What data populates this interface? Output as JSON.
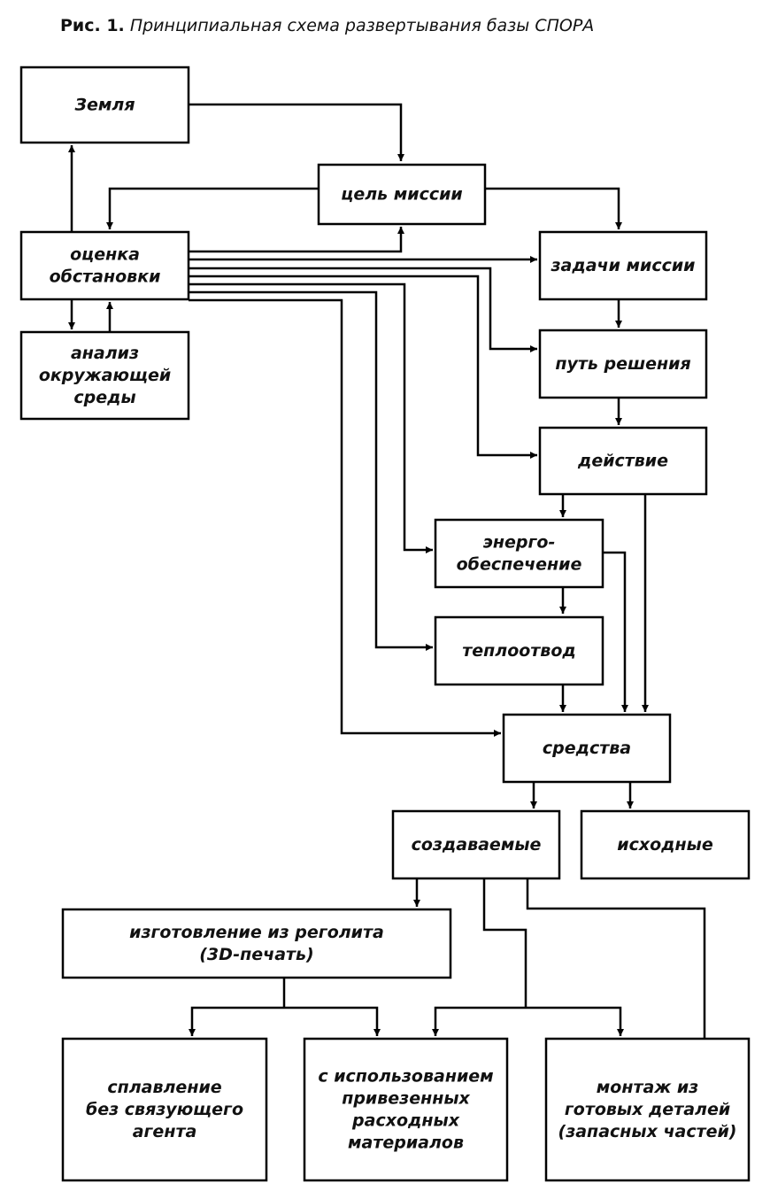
{
  "caption": {
    "figure_label": "Рис. 1.",
    "title": "Принципиальная схема развертывания базы СПОРА"
  },
  "nodes": {
    "zemlya": [
      "Земля"
    ],
    "tsel": [
      "цель миссии"
    ],
    "otsenka": [
      "оценка",
      "обстановки"
    ],
    "analiz": [
      "анализ",
      "окружающей",
      "среды"
    ],
    "zadachi": [
      "задачи миссии"
    ],
    "put": [
      "путь решения"
    ],
    "deystvie": [
      "действие"
    ],
    "energo": [
      "энерго-",
      "обеспечение"
    ],
    "teplo": [
      "теплоотвод"
    ],
    "sredstva": [
      "средства"
    ],
    "sozdavaemye": [
      "создаваемые"
    ],
    "iskhodnye": [
      "исходные"
    ],
    "izgotovlenie": [
      "изготовление из реголита",
      "(3D-печать)"
    ],
    "splavlenie": [
      "сплавление",
      "без связующего",
      "агента"
    ],
    "s_ispolzovaniem": [
      "с использованием",
      "привезенных",
      "расходных",
      "материалов"
    ],
    "montazh": [
      "монтаж из",
      "готовых деталей",
      "(запасных частей)"
    ]
  }
}
